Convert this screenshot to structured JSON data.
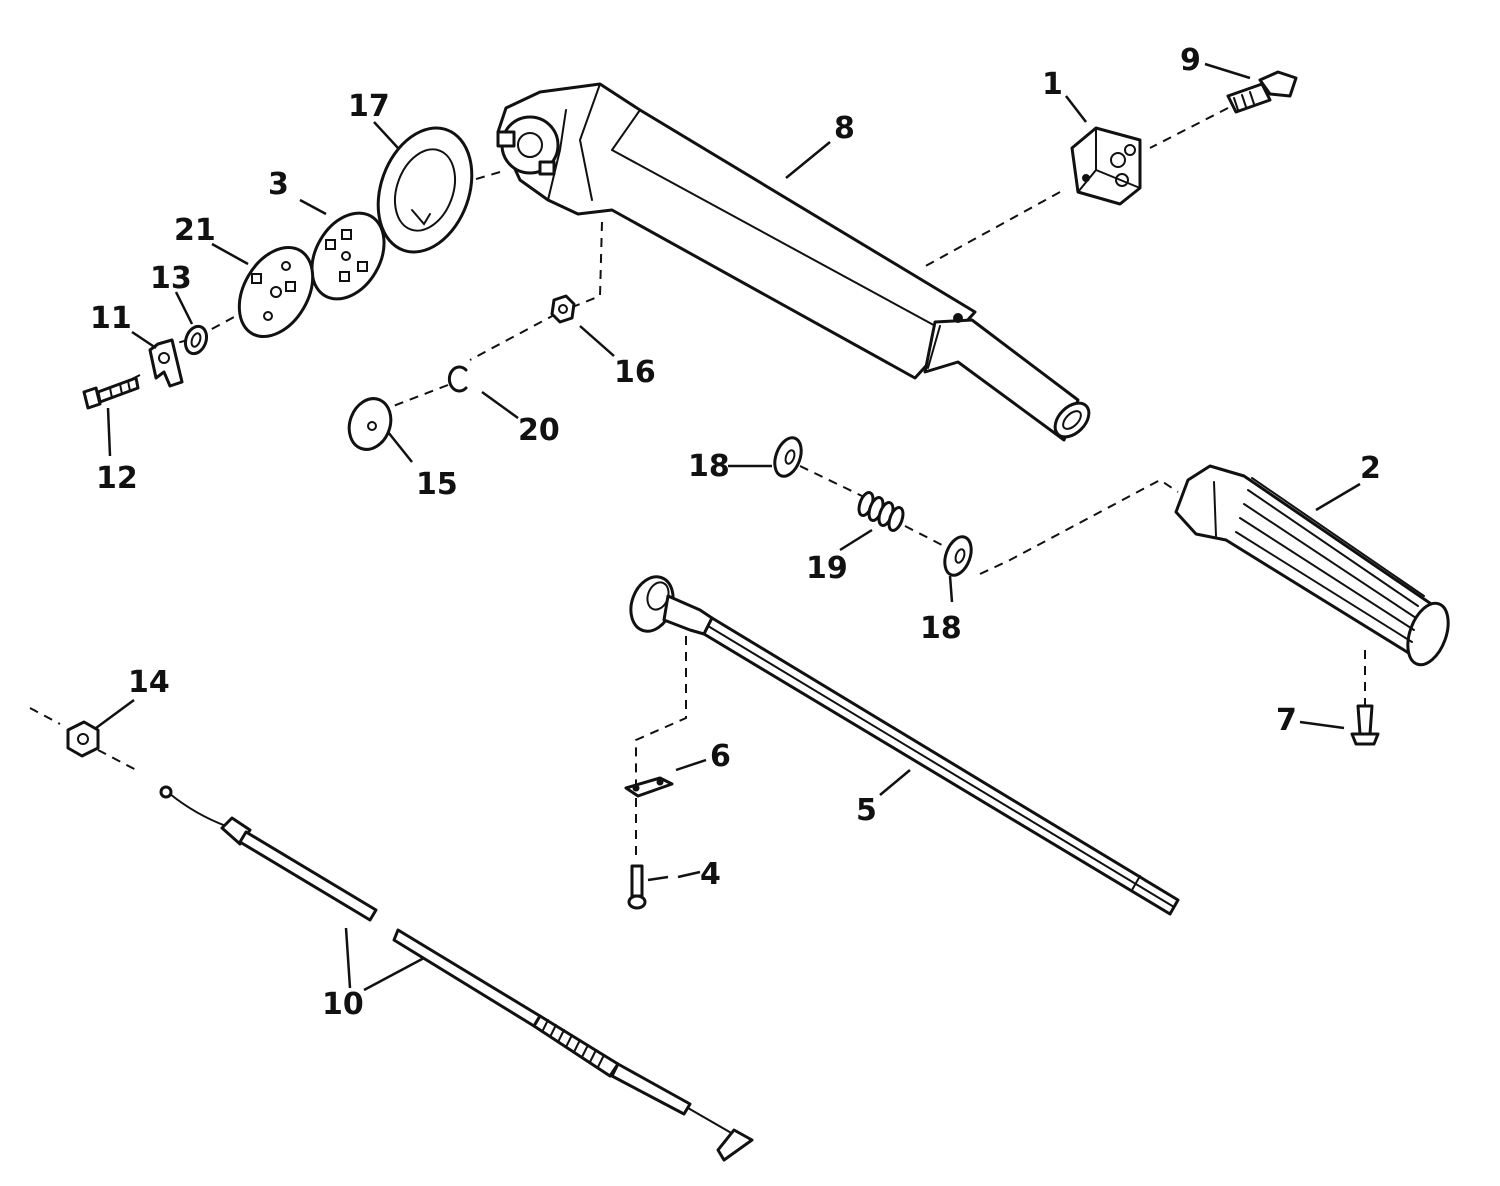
{
  "diagram": {
    "line_color": "#111111",
    "background": "#ffffff",
    "callouts": {
      "c1": "1",
      "c2": "2",
      "c3": "3",
      "c4": "4",
      "c5": "5",
      "c6": "6",
      "c7": "7",
      "c8": "8",
      "c9": "9",
      "c10": "10",
      "c11": "11",
      "c12": "12",
      "c13": "13",
      "c14": "14",
      "c15": "15",
      "c16": "16",
      "c17": "17",
      "c18a": "18",
      "c18b": "18",
      "c19": "19",
      "c20": "20",
      "c21": "21"
    }
  }
}
